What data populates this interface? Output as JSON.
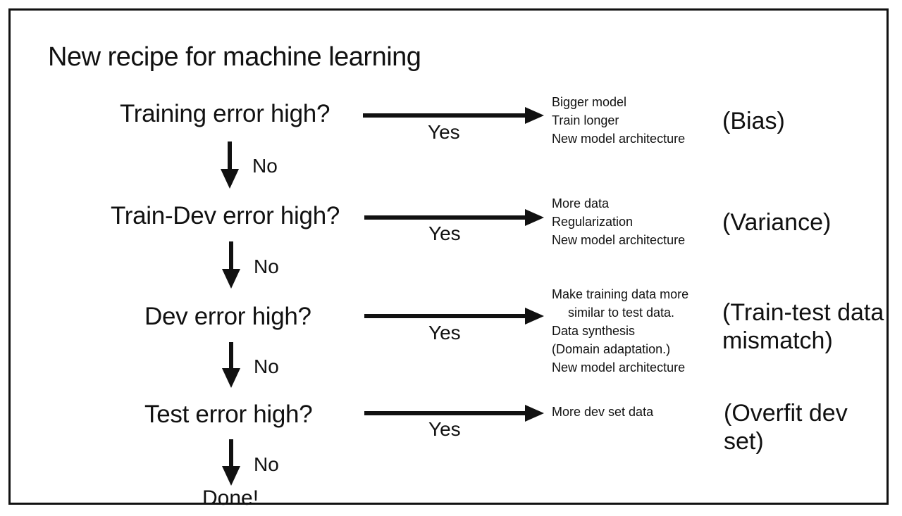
{
  "title": "New recipe for machine learning",
  "steps": [
    {
      "question": "Training error high?",
      "yes_label": "Yes",
      "no_label": "No",
      "actions": [
        "Bigger model",
        "Train longer",
        "New model architecture"
      ],
      "tag_lines": [
        "(Bias)"
      ]
    },
    {
      "question": "Train-Dev error high?",
      "yes_label": "Yes",
      "no_label": "No",
      "actions": [
        "More data",
        "Regularization",
        "New model architecture"
      ],
      "tag_lines": [
        "(Variance)"
      ]
    },
    {
      "question": "Dev error high?",
      "yes_label": "Yes",
      "no_label": "No",
      "actions": [
        "Make training data more",
        "similar to test data.",
        "Data synthesis",
        "(Domain adaptation.)",
        "New model architecture"
      ],
      "tag_lines": [
        "(Train-test data",
        "mismatch)"
      ]
    },
    {
      "question": "Test error high?",
      "yes_label": "Yes",
      "no_label": "No",
      "actions": [
        "More dev set data"
      ],
      "tag_lines": [
        "(Overfit dev",
        "set)"
      ]
    }
  ],
  "done_label": "Done!",
  "colors": {
    "ink": "#111111",
    "background": "#ffffff"
  }
}
